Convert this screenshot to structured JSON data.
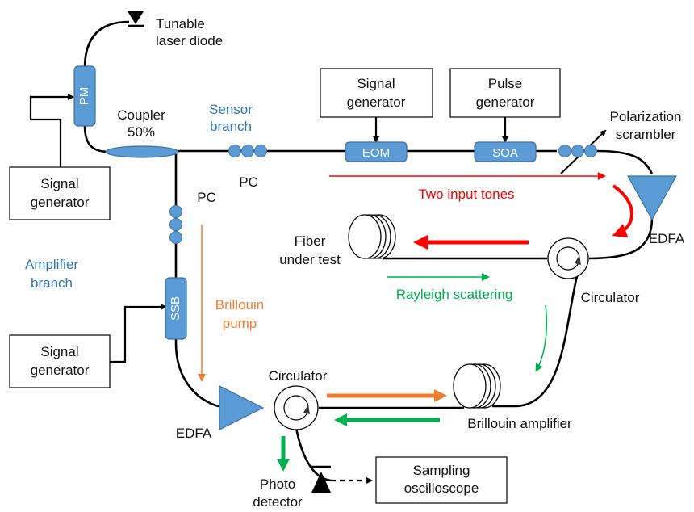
{
  "laser": {
    "label_line1": "Tunable",
    "label_line2": "laser diode"
  },
  "pm": {
    "label": "PM"
  },
  "coupler": {
    "label_line1": "Coupler",
    "label_line2": "50%"
  },
  "sensor_branch": {
    "line1": "Sensor",
    "line2": "branch"
  },
  "amplifier_branch": {
    "line1": "Amplifier",
    "line2": "branch"
  },
  "signal_generators": [
    {
      "line1": "Signal",
      "line2": "generator"
    },
    {
      "line1": "Signal",
      "line2": "generator"
    },
    {
      "line1": "Signal",
      "line2": "generator"
    }
  ],
  "pulse_generator": {
    "line1": "Pulse",
    "line2": "generator"
  },
  "eom": {
    "label": "EOM"
  },
  "soa": {
    "label": "SOA"
  },
  "pc_labels": [
    "PC",
    "PC"
  ],
  "polarization_scrambler": {
    "line1": "Polarization",
    "line2": "scrambler"
  },
  "edfa_labels": [
    "EDFA",
    "EDFA"
  ],
  "two_input_tones": "Two input tones",
  "fiber_under_test": {
    "line1": "Fiber",
    "line2": "under test"
  },
  "circulator_labels": [
    "Circulator",
    "Circulator"
  ],
  "rayleigh": "Rayleigh scattering",
  "ssb": {
    "label": "SSB"
  },
  "brillouin_pump": {
    "line1": "Brillouin",
    "line2": "pump"
  },
  "brillouin_amplifier": "Brillouin amplifier",
  "photo_detector": {
    "line1": "Photo",
    "line2": "detector"
  },
  "sampling_oscilloscope": {
    "line1": "Sampling",
    "line2": "oscilloscope"
  },
  "colors": {
    "component_blue": "#5b9bd5",
    "text_blue": "#2e75b6",
    "red": "#ff0000",
    "orange": "#ed7d31",
    "green": "#00b050"
  }
}
